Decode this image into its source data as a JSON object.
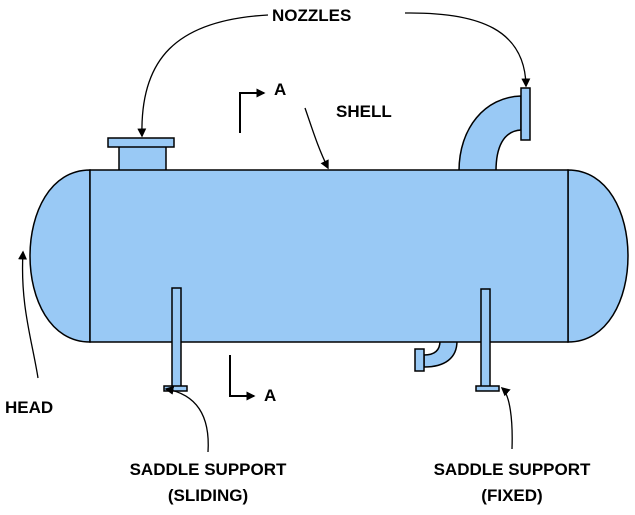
{
  "labels": {
    "nozzles": "NOZZLES",
    "shell": "SHELL",
    "head": "HEAD",
    "section_mark_top": "A",
    "section_mark_bottom": "A",
    "saddle_sliding_line1": "SADDLE SUPPORT",
    "saddle_sliding_line2": "(SLIDING)",
    "saddle_fixed_line1": "SADDLE SUPPORT",
    "saddle_fixed_line2": "(FIXED)"
  },
  "colors": {
    "vessel_fill": "#99c9f5",
    "outline": "#000000",
    "text": "#000000",
    "background": "#ffffff"
  }
}
